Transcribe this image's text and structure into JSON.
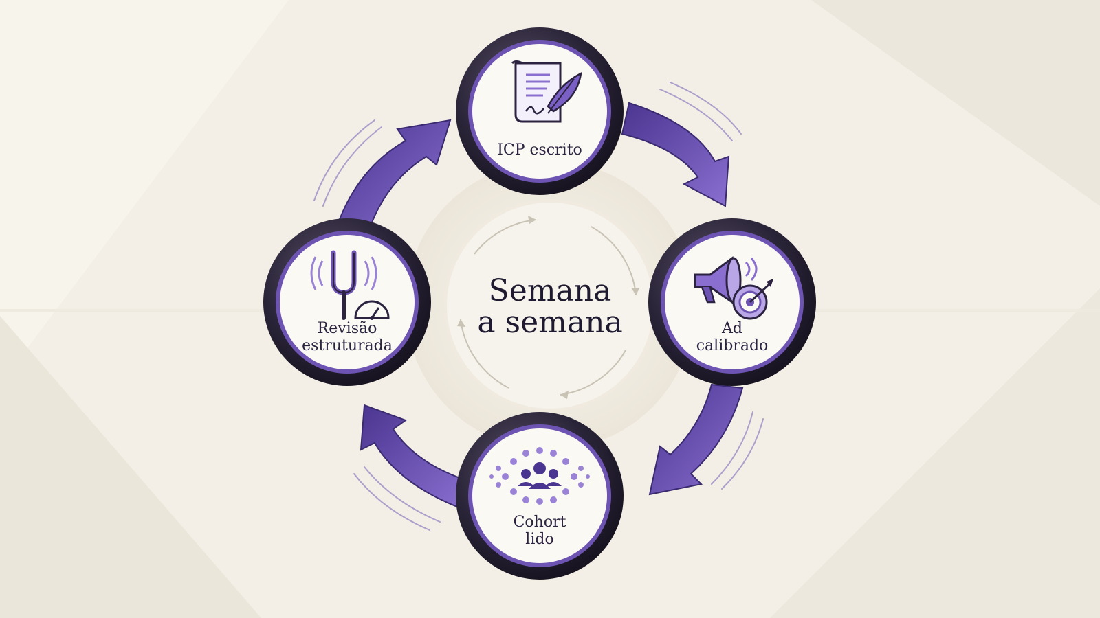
{
  "center": {
    "line1": "Semana",
    "line2": "a semana"
  },
  "nodes": [
    {
      "id": "icp",
      "icon": "scroll-quill-icon",
      "line1": "ICP escrito",
      "line2": ""
    },
    {
      "id": "ad",
      "icon": "megaphone-target-icon",
      "line1": "Ad",
      "line2": "calibrado"
    },
    {
      "id": "cohort",
      "icon": "crowd-icon",
      "line1": "Cohort",
      "line2": "lido"
    },
    {
      "id": "revisao",
      "icon": "tuning-fork-gauge-icon",
      "line1": "Revisão",
      "line2": "estruturada"
    }
  ],
  "colors": {
    "background": "#f3efe6",
    "ring": "#2a2438",
    "accent": "#6a4fb0",
    "accent_light": "#9a82d6",
    "node_fill": "#fbf9f4"
  }
}
